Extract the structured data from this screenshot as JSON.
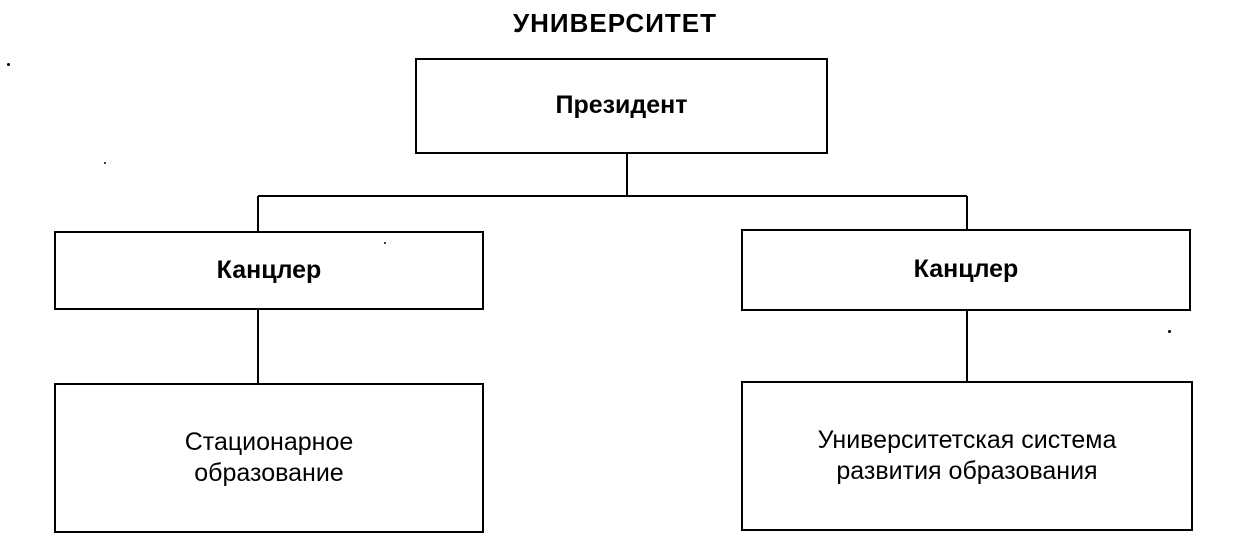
{
  "diagram": {
    "title": "УНИВЕРСИТЕТ",
    "nodes": {
      "president": "Президент",
      "chancellor_left": "Канцлер",
      "chancellor_right": "Канцлер",
      "unit_left": "Стационарное\nобразование",
      "unit_right": "Университетская система\nразвития образования"
    },
    "edges": [
      [
        "president",
        "chancellor_left"
      ],
      [
        "president",
        "chancellor_right"
      ],
      [
        "chancellor_left",
        "unit_left"
      ],
      [
        "chancellor_right",
        "unit_right"
      ]
    ]
  }
}
